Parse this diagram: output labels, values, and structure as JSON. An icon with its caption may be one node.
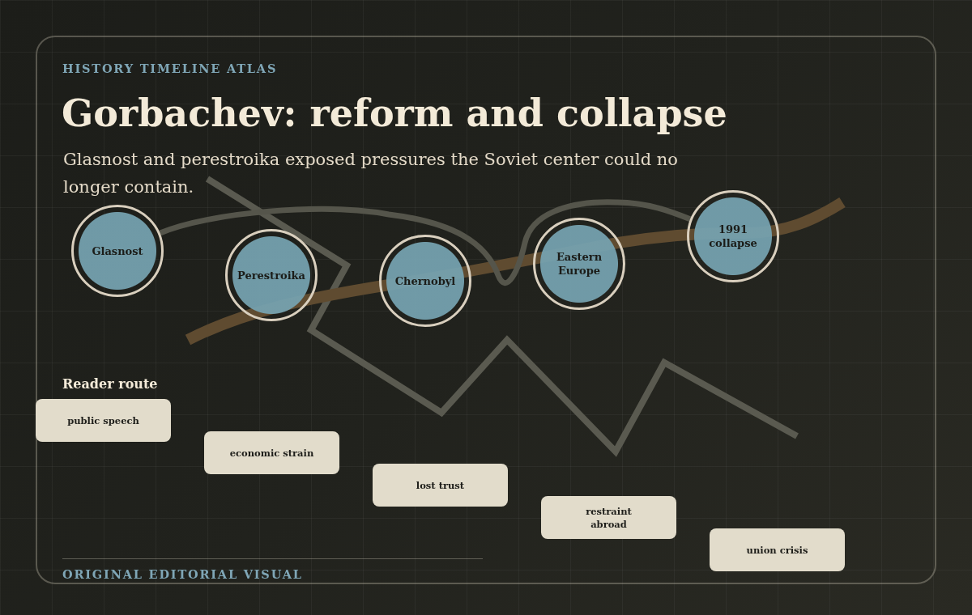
{
  "diagram": {
    "title": "Gorbachev: reform and collapse",
    "nodes": [
      {
        "text": [
          "Glasnost"
        ]
      },
      {
        "text": [
          "Perestroika"
        ]
      },
      {
        "text": [
          "Chernobyl"
        ]
      },
      {
        "text": [
          "Eastern Europe"
        ]
      },
      {
        "text": [
          "1991 collapse"
        ]
      },
      {
        "text": [
          "public speech"
        ]
      },
      {
        "text": [
          "economic strain"
        ]
      },
      {
        "text": [
          "lost trust"
        ]
      },
      {
        "text": [
          "restraint abroad"
        ]
      },
      {
        "text": [
          "union crisis"
        ]
      }
    ],
    "edges": [
      {
        "from": 0,
        "to": 4,
        "arrow": "none"
      }
    ],
    "labels": [
      "HISTORY TIMELINE ATLAS",
      "Glasnost and perestroika exposed pressures the Soviet center could no longer contain.",
      "Reader route",
      "ORIGINAL EDITORIAL VISUAL"
    ]
  }
}
